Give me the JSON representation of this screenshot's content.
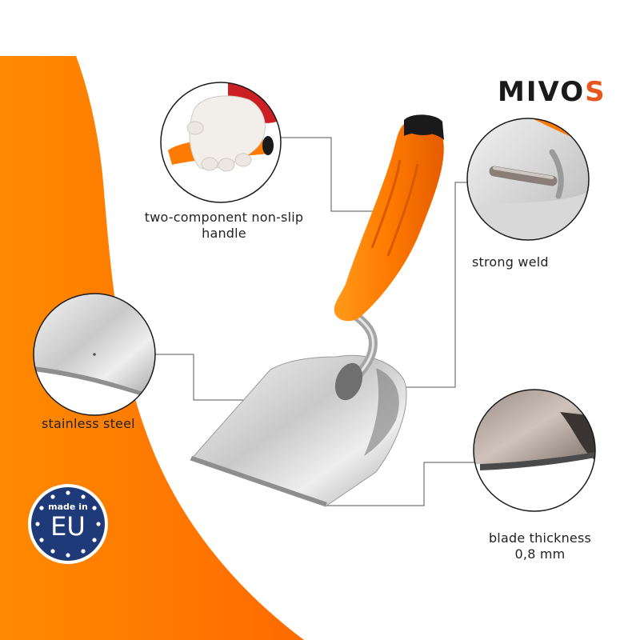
{
  "brand": {
    "logo_prefix": "MIVO",
    "logo_suffix": "S"
  },
  "features": {
    "handle": {
      "line1": "two-component non-slip",
      "line2": "handle"
    },
    "weld": {
      "line1": "strong weld"
    },
    "steel": {
      "line1": "stainless steel"
    },
    "blade": {
      "line1": "blade thickness",
      "line2": "0,8 mm"
    }
  },
  "badge": {
    "top_text": "made in",
    "big_text": "EU"
  },
  "colors": {
    "accent_orange": "#ff7a00",
    "badge_blue": "#1e3a78",
    "logo_accent": "#e8571e",
    "handle_black": "#1a1a1a"
  }
}
